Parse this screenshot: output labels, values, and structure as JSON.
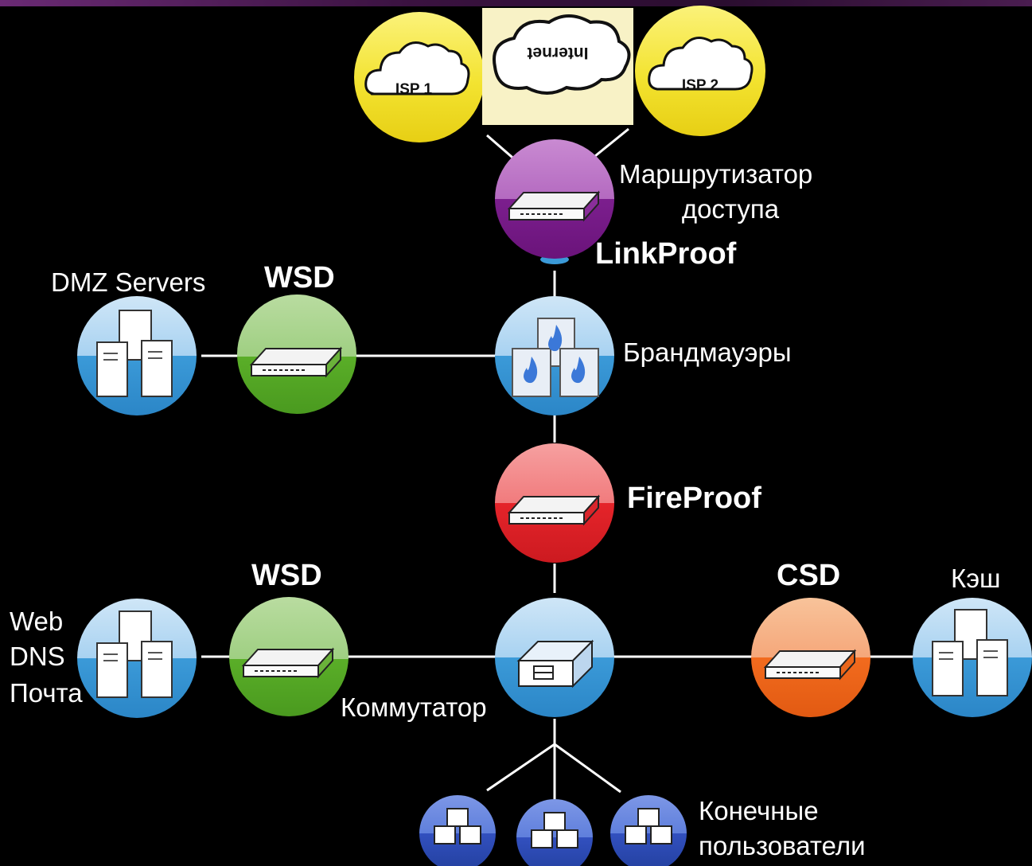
{
  "clouds": {
    "isp1": "ISP 1",
    "internet": "Internet",
    "isp2": "ISP 2"
  },
  "labels": {
    "router_line1": "Маршрутизатор",
    "router_line2": "доступа",
    "linkproof": "LinkProof",
    "dmz_servers": "DMZ Servers",
    "wsd_top": "WSD",
    "firewalls": "Брандмауэры",
    "fireproof": "FireProof",
    "wsd_bottom": "WSD",
    "csd": "CSD",
    "cache": "Кэш",
    "web": "Web",
    "dns": "DNS",
    "mail": "Почта",
    "switch": "Коммутатор",
    "endusers_line1": "Конечные",
    "endusers_line2": "пользователи"
  },
  "colors": {
    "isp_yellow": "#f2e233",
    "linkproof_purple": "#9a3aa6",
    "wsd_green": "#5db12e",
    "fireproof_red": "#e8242a",
    "csd_orange": "#f07a2a",
    "node_blue": "#4aa3dc",
    "user_blue": "#3d5cc7"
  }
}
